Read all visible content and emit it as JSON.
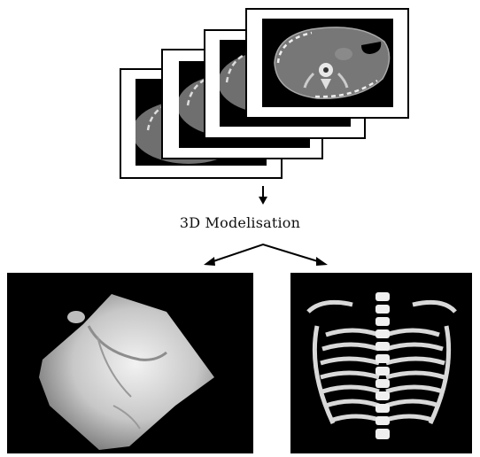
{
  "diagram": {
    "process_label": "3D Modelisation",
    "input": {
      "type": "stack of axial CT slices",
      "slice_count_visible": 4
    },
    "outputs": [
      {
        "type": "3D surface rendering of chest skin"
      },
      {
        "type": "3D bone rendering of thoracic spine and rib cage"
      }
    ]
  }
}
